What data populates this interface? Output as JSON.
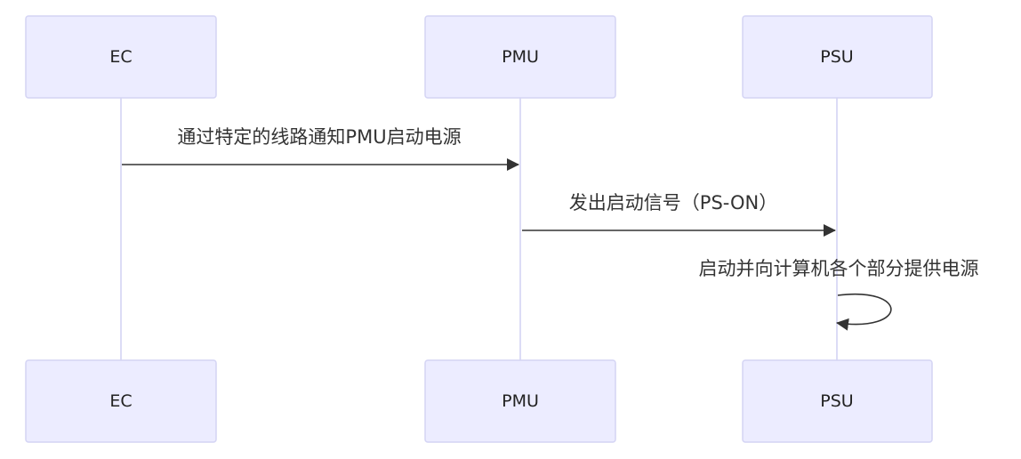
{
  "participants": [
    {
      "id": "ec",
      "label": "EC"
    },
    {
      "id": "pmu",
      "label": "PMU"
    },
    {
      "id": "psu",
      "label": "PSU"
    }
  ],
  "messages": [
    {
      "from": "EC",
      "to": "PMU",
      "text": "通过特定的线路通知PMU启动电源"
    },
    {
      "from": "PMU",
      "to": "PSU",
      "text": "发出启动信号（PS-ON）"
    },
    {
      "from": "PSU",
      "to": "PSU",
      "text": "启动并向计算机各个部分提供电源"
    }
  ],
  "colors": {
    "actor_fill": "#ececff",
    "actor_border": "#d4d4f4",
    "lifeline": "#dcdcf6",
    "message": "#333333"
  }
}
